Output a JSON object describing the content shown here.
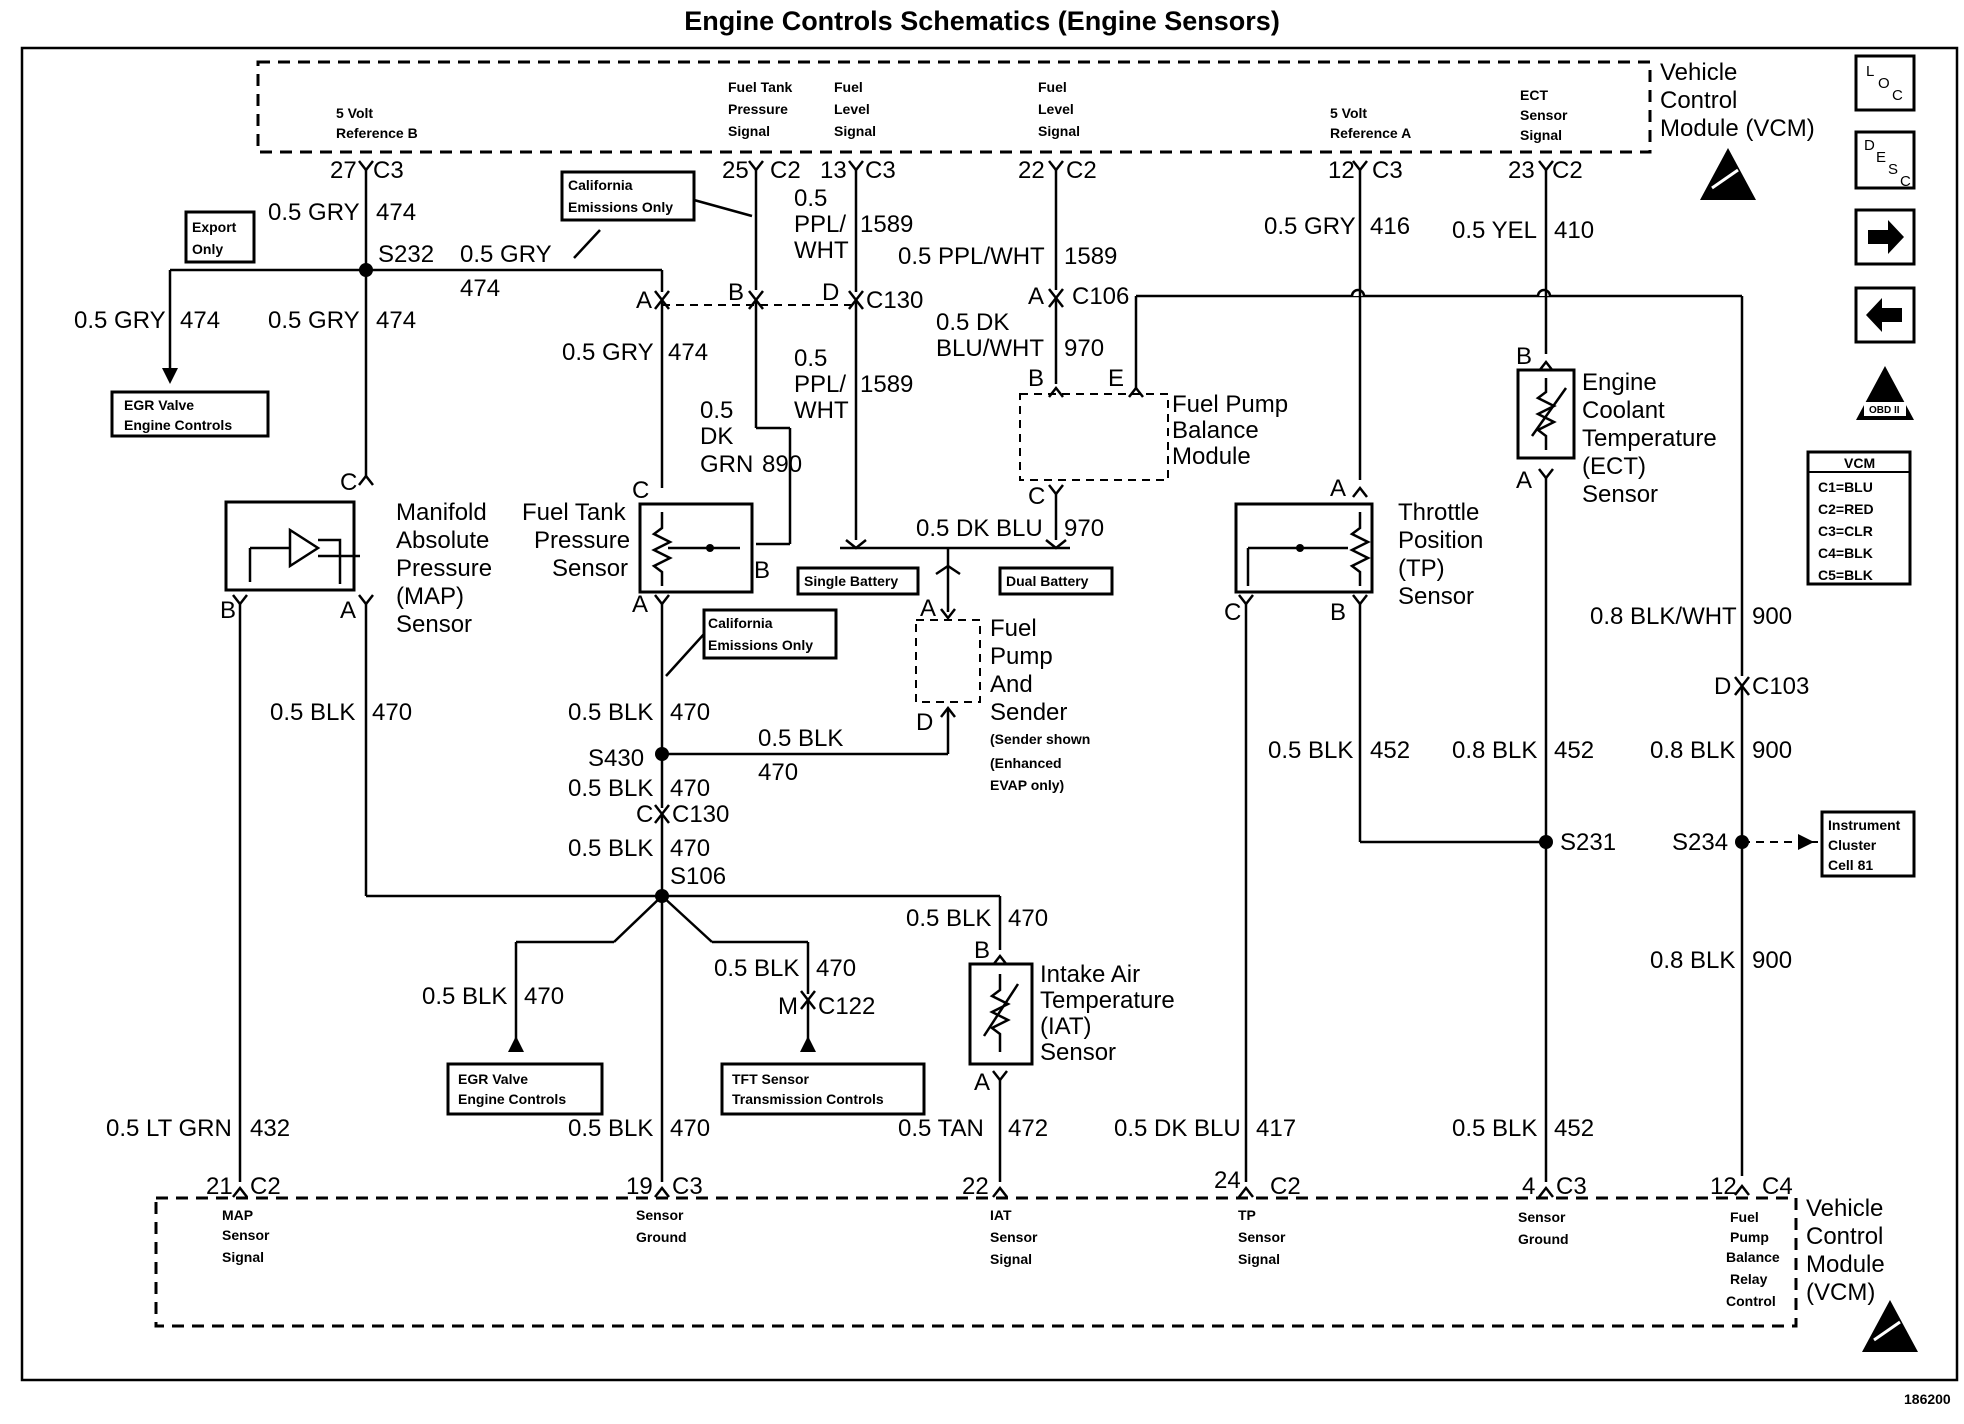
{
  "title": "Engine Controls Schematics (Engine Sensors)",
  "vcm_top": {
    "module_label": [
      "Vehicle",
      "Control",
      "Module (VCM)"
    ],
    "signals": [
      {
        "lines": [
          "5 Volt",
          "Reference B"
        ],
        "pin": "27",
        "conn": "C3"
      },
      {
        "lines": [
          "Fuel Tank",
          "Pressure",
          "Signal"
        ],
        "pin": "25",
        "conn": "C2"
      },
      {
        "lines": [
          "Fuel",
          "Level",
          "Signal"
        ],
        "pin": "13",
        "conn": "C3"
      },
      {
        "lines": [
          "Fuel",
          "Level",
          "Signal"
        ],
        "pin": "22",
        "conn": "C2"
      },
      {
        "lines": [
          "5 Volt",
          "Reference A"
        ],
        "pin": "12",
        "conn": "C3"
      },
      {
        "lines": [
          "ECT",
          "Sensor",
          "Signal"
        ],
        "pin": "23",
        "conn": "C2"
      }
    ]
  },
  "vcm_bottom": {
    "module_label": [
      "Vehicle",
      "Control",
      "Module",
      "(VCM)"
    ],
    "signals": [
      {
        "lines": [
          "MAP",
          "Sensor",
          "Signal"
        ],
        "pin": "21",
        "conn": "C2"
      },
      {
        "lines": [
          "Sensor",
          "Ground"
        ],
        "pin": "19",
        "conn": "C3"
      },
      {
        "lines": [
          "IAT",
          "Sensor",
          "Signal"
        ],
        "pin": "22",
        "conn": ""
      },
      {
        "lines": [
          "TP",
          "Sensor",
          "Signal"
        ],
        "pin": "24",
        "conn": "C2"
      },
      {
        "lines": [
          "Sensor",
          "Ground"
        ],
        "pin": "4",
        "conn": "C3"
      },
      {
        "lines": [
          "Fuel",
          "Pump",
          "Balance",
          "Relay",
          "Control"
        ],
        "pin": "12",
        "conn": "C4"
      }
    ]
  },
  "wires": {
    "gry474": "0.5 GRY",
    "n474": "474",
    "gry": "0.5 GRY",
    "pplwht_a": "0.5",
    "pplwht_b": "PPL/",
    "pplwht_c": "WHT",
    "n1589": "1589",
    "pplwht_inline": "0.5 PPL/WHT",
    "dkblu_wht_a": "0.5 DK",
    "dkblu_wht_b": "BLU/WHT",
    "n970": "970",
    "dkgrn_a": "0.5",
    "dkgrn_b": "DK",
    "dkgrn_c": "GRN",
    "n890": "890",
    "dkblu": "0.5 DK BLU",
    "gry416": "0.5 GRY",
    "n416": "416",
    "yel": "0.5 YEL",
    "n410": "410",
    "blk": "0.5 BLK",
    "n470": "470",
    "ltgrn": "0.5 LT GRN",
    "n432": "432",
    "tan": "0.5 TAN",
    "n472": "472",
    "dkblu417": "0.5 DK BLU",
    "n417": "417",
    "blk452": "0.5 BLK",
    "blk452b": "0.8 BLK",
    "n452": "452",
    "blkwht": "0.8 BLK/WHT",
    "n900": "900",
    "blk900": "0.8 BLK"
  },
  "splices": {
    "s232": "S232",
    "s430": "S430",
    "s106": "S106",
    "s231": "S231",
    "s234": "S234"
  },
  "connectors": {
    "c130": "C130",
    "c106": "C106",
    "c103": "C103",
    "c122": "C122"
  },
  "pins": {
    "a": "A",
    "b": "B",
    "c": "C",
    "d": "D",
    "e": "E",
    "m": "M"
  },
  "components": {
    "map": [
      "Manifold",
      "Absolute",
      "Pressure",
      "(MAP)",
      "Sensor"
    ],
    "ftp": [
      "Fuel Tank",
      "Pressure",
      "Sensor"
    ],
    "fpbm": [
      "Fuel Pump",
      "Balance",
      "Module"
    ],
    "tp": [
      "Throttle",
      "Position",
      "(TP)",
      "Sensor"
    ],
    "ect": [
      "Engine",
      "Coolant",
      "Temperature",
      "(ECT)",
      "Sensor"
    ],
    "fps": [
      "Fuel",
      "Pump",
      "And",
      "Sender"
    ],
    "fps_note": [
      "(Sender shown",
      "(Enhanced",
      "EVAP only)"
    ],
    "iat": [
      "Intake Air",
      "Temperature",
      "(IAT)",
      "Sensor"
    ]
  },
  "notes": {
    "export": [
      "Export",
      "Only"
    ],
    "ca1": [
      "California",
      "Emissions Only"
    ],
    "ca2": [
      "California",
      "Emissions Only"
    ],
    "egr1": [
      "EGR Valve",
      "Engine Controls"
    ],
    "egr2": [
      "EGR Valve",
      "Engine Controls"
    ],
    "tft": [
      "TFT Sensor",
      "Transmission Controls"
    ],
    "single": "Single Battery",
    "dual": "Dual Battery",
    "ic": [
      "Instrument",
      "Cluster",
      "Cell 81"
    ]
  },
  "legend": {
    "head": "VCM",
    "rows": [
      "C1=BLU",
      "C2=RED",
      "C3=CLR",
      "C4=BLK",
      "C5=BLK"
    ]
  },
  "side_icons": {
    "loc": [
      "L",
      "O",
      "C"
    ],
    "desc": [
      "D",
      "E",
      "S",
      "C"
    ],
    "obd": "OBD II"
  },
  "figure_number": "186200"
}
